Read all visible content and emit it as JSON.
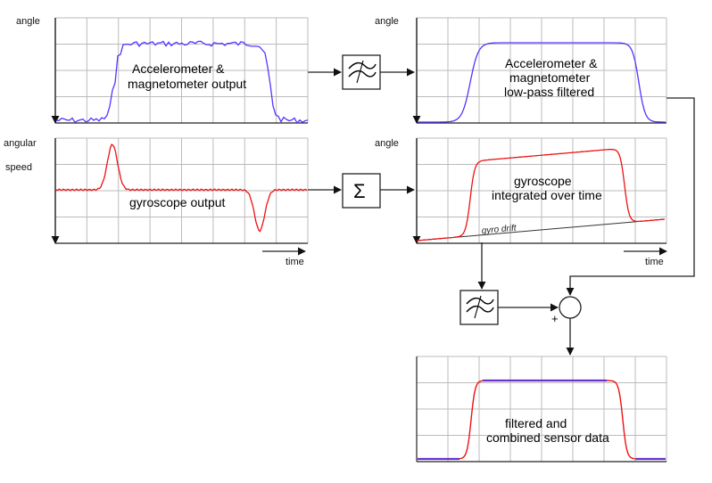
{
  "labels": {
    "angle": "angle",
    "angular": "angular",
    "speed": "speed",
    "time": "time",
    "gyro_drift": "gyro drift",
    "sigma": "Σ",
    "plus": "+"
  },
  "panels": {
    "accel_raw": [
      "Accelerometer &",
      "magnetometer output"
    ],
    "accel_filtered": [
      "Accelerometer &",
      "magnetometer",
      "low-pass filtered"
    ],
    "gyro_raw": [
      "gyroscope output"
    ],
    "gyro_integrated": [
      "gyroscope",
      "integrated over time"
    ],
    "combined": [
      "filtered and",
      "combined sensor data"
    ]
  },
  "colors": {
    "accel": "#5533ff",
    "gyro": "#ee1111",
    "grid": "#bbbbbb",
    "axis": "#222222",
    "combined_red": "#ee1111",
    "combined_purple": "#6633cc"
  },
  "icons": {
    "lowpass_filter": "lowpass-filter-icon",
    "sum": "sigma-icon",
    "summing_junction": "summing-junction-icon"
  }
}
